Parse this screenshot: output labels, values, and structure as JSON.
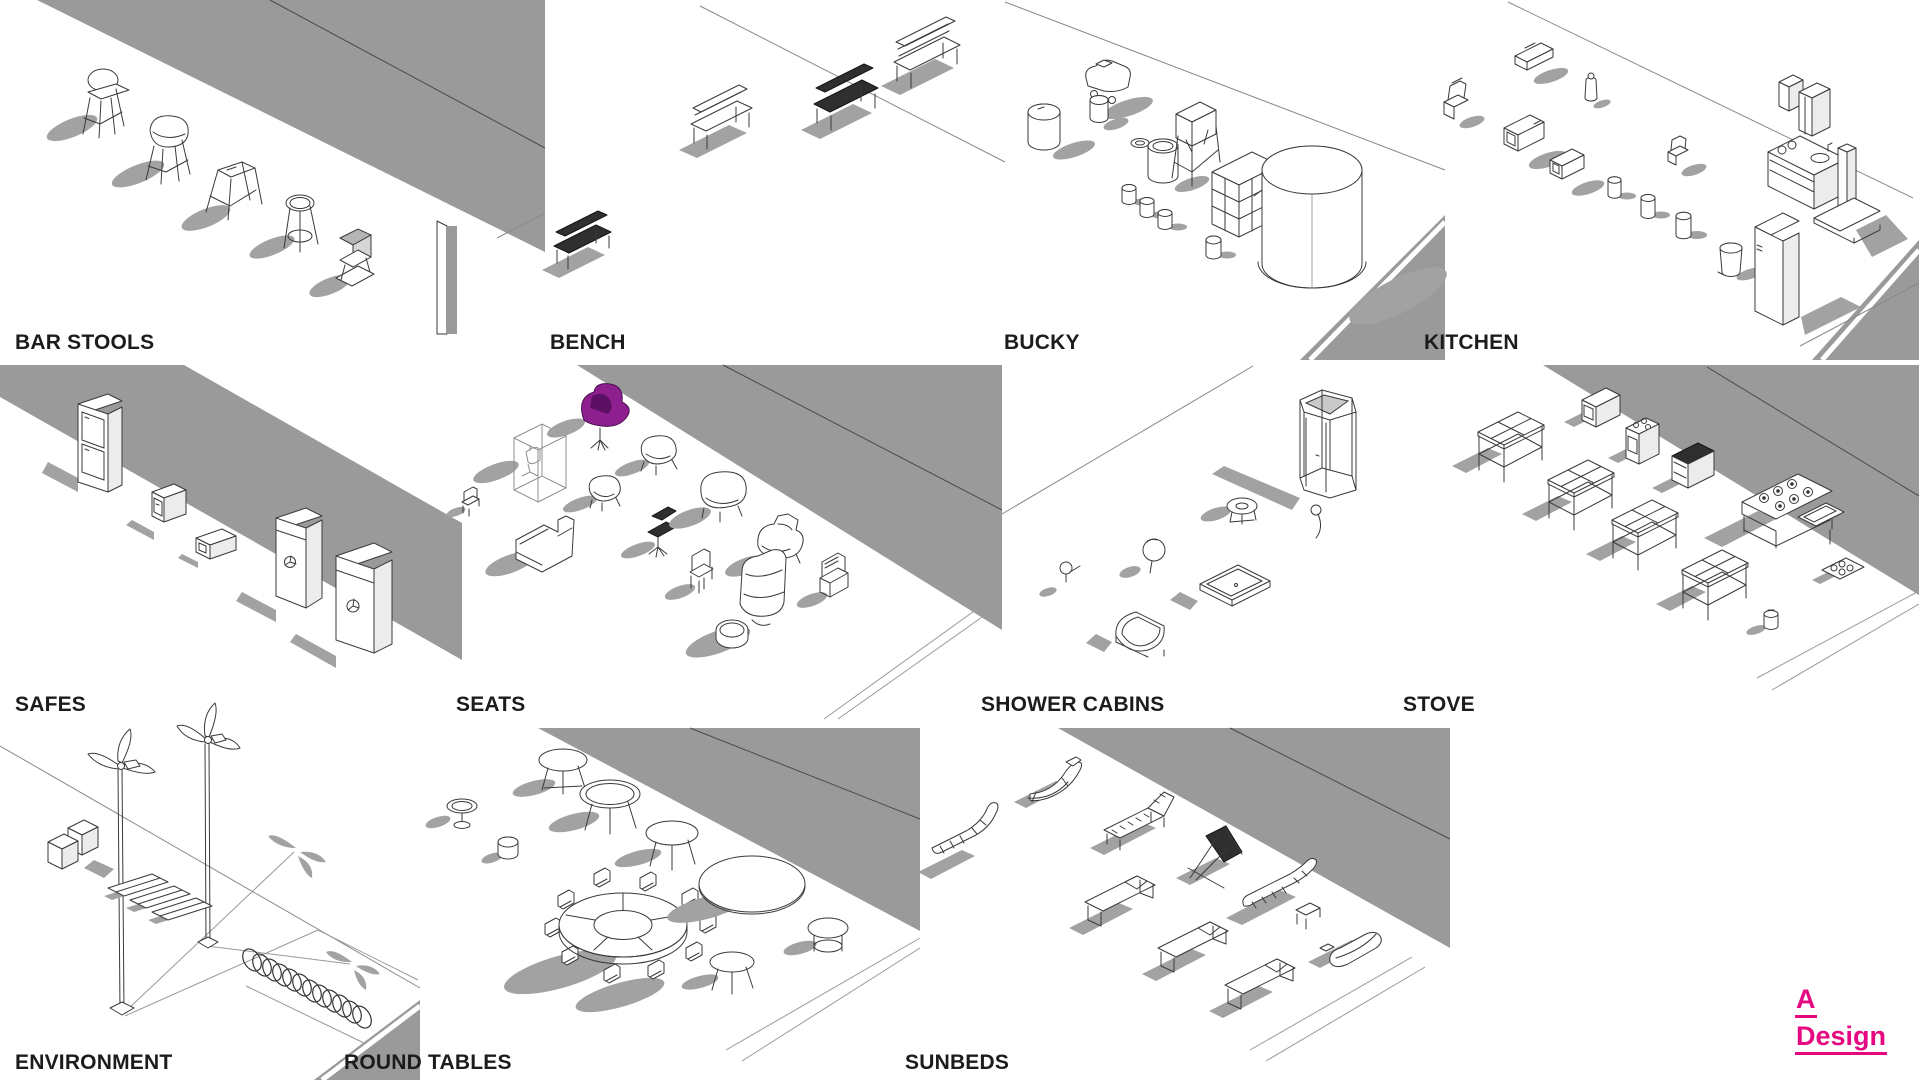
{
  "page": {
    "background": "#ffffff"
  },
  "colors": {
    "band_gray": "#9a9a9a",
    "shadow_gray": "#a2a2a2",
    "outline": "#3a3a3a",
    "label_text": "#1c1c1c",
    "accent_pink": "#e50880",
    "highlight_purple": "#8e1f8f"
  },
  "tiles": [
    {
      "id": "bar-stools",
      "label": "BAR STOOLS",
      "items": [
        "high-back-bar-chair",
        "shell-bar-chair",
        "industrial-square-stool",
        "round-top-bar-stool",
        "cantilever-z-chair"
      ]
    },
    {
      "id": "bench",
      "label": "BENCH",
      "items": [
        "compact-dark-bench",
        "wood-slat-bench",
        "dark-garden-bench",
        "long-slat-bench"
      ]
    },
    {
      "id": "bucky",
      "label": "BUCKY",
      "items": [
        "mobile-compressor-unit",
        "storage-drum",
        "waste-bin",
        "pipe-ring",
        "open-top-container",
        "hopper-on-stand",
        "small-canisters",
        "modular-cube-rack",
        "large-storage-tank"
      ]
    },
    {
      "id": "kitchen",
      "label": "KITCHEN",
      "items": [
        "blender",
        "countertop-grill",
        "pepper-mill",
        "microwave-oven",
        "compact-microwave",
        "food-processor",
        "storage-canisters",
        "pedal-bin",
        "tall-refrigerator",
        "wall-cabinets",
        "hob-and-sink-counter",
        "extractor-column"
      ]
    },
    {
      "id": "safes",
      "label": "SAFES",
      "items": [
        "double-door-tall-safe",
        "compact-cube-safe",
        "small-keypad-safe",
        "single-door-safe-with-dial",
        "large-safe-with-dial"
      ]
    },
    {
      "id": "seats",
      "label": "SEATS",
      "items": [
        "miniature-chair",
        "office-chair-in-bounding-box",
        "purple-swivel-shell-chair",
        "low-sofa-chair",
        "small-tub-chair",
        "armchair",
        "dark-office-task-chair",
        "barrel-armchair",
        "side-chair",
        "wing-chair",
        "recliner-with-ottoman",
        "metal-frame-chair"
      ]
    },
    {
      "id": "shower-cabins",
      "label": "SHOWER CABINS",
      "items": [
        "pentagonal-corner-shower-cabin",
        "shower-seat",
        "hand-shower",
        "ball-shower-head",
        "small-shower-head",
        "square-shower-tray",
        "quadrant-shower-tray"
      ]
    },
    {
      "id": "stove",
      "label": "STOVE",
      "items": [
        "work-table-with-grid-top",
        "oven-box",
        "freestanding-cooker",
        "grill-unit",
        "six-burner-range",
        "built-in-hob",
        "gas-canister"
      ]
    },
    {
      "id": "environment",
      "label": "ENVIRONMENT",
      "items": [
        "wind-turbine",
        "wind-turbine",
        "solar-panels",
        "utility-boxes",
        "spiral-bike-rack"
      ]
    },
    {
      "id": "round-tables",
      "label": "ROUND TABLES",
      "items": [
        "pedestal-side-table",
        "round-stool",
        "three-leg-round-table",
        "round-dining-table",
        "round-cafe-table",
        "ring-conference-table-with-chairs",
        "large-oval-table",
        "drum-base-table",
        "tripod-table"
      ]
    },
    {
      "id": "sunbeds",
      "label": "SUNBEDS",
      "items": [
        "curved-slat-lounger",
        "chaise-longue-rocker",
        "slatted-sun-lounger",
        "dark-deck-chair",
        "slatted-lounger-with-side-table",
        "flat-sun-lounger",
        "flat-sun-lounger",
        "flat-sun-lounger",
        "molded-lounger"
      ]
    }
  ],
  "logo": {
    "line1": "A",
    "line2": "Design",
    "color": "#e50880"
  }
}
